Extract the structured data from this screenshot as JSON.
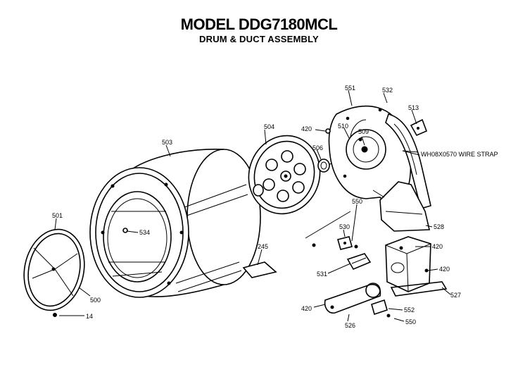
{
  "header": {
    "model": "MODEL DDG7180MCL",
    "assembly": "DRUM & DUCT ASSEMBLY"
  },
  "callouts": {
    "p503": "503",
    "p504": "504",
    "p506": "506",
    "p551": "551",
    "p532": "532",
    "p513": "513",
    "p420_top": "420",
    "p510": "510",
    "p509": "509",
    "wire_strap": "WH08X0570 WIRE STRAP",
    "p550_top": "550",
    "p530": "530",
    "p528": "528",
    "p420_mid": "420",
    "p420_right": "420",
    "p527": "527",
    "p531": "531",
    "p245": "245",
    "p501": "501",
    "p534": "534",
    "p500": "500",
    "p14": "14",
    "p420_bottom": "420",
    "p526": "526",
    "p552": "552",
    "p550_bottom": "550"
  }
}
